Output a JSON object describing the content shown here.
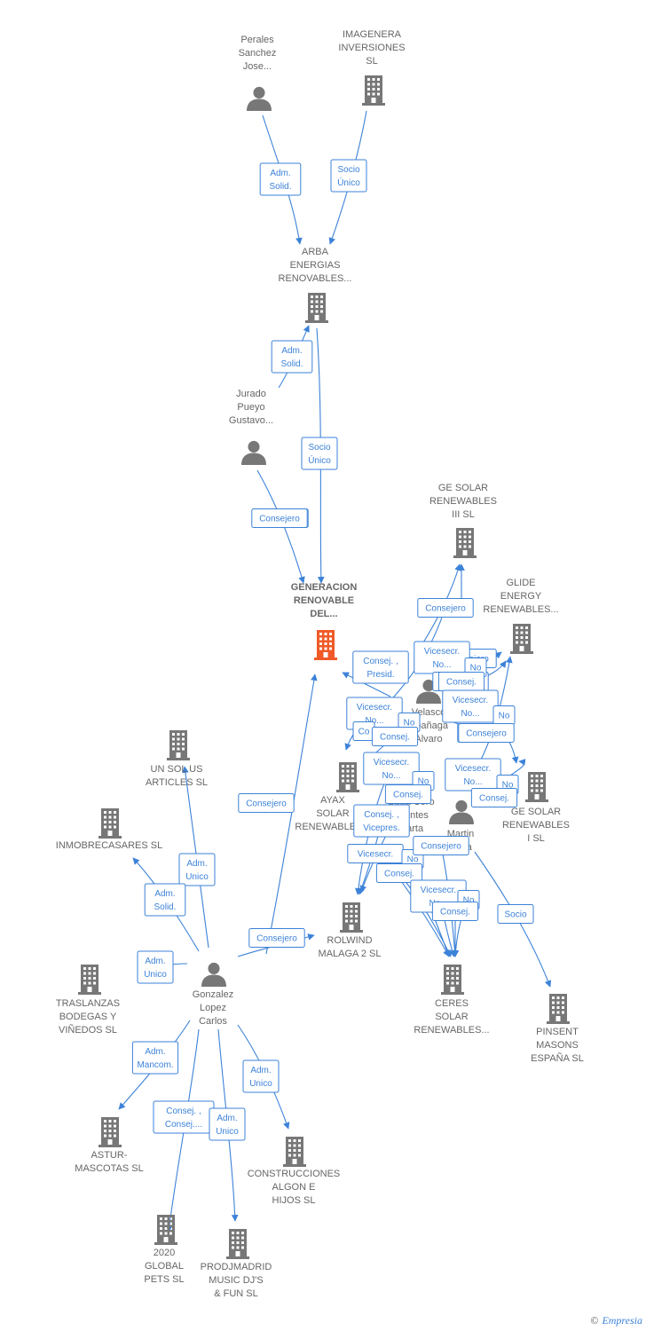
{
  "colors": {
    "edge": "#3c82d8",
    "node": "#777777",
    "focus": "#f05a28",
    "text": "#666666"
  },
  "nodes": [
    {
      "id": "perales",
      "kind": "person",
      "lines": [
        "Perales",
        "Sanchez",
        "Jose..."
      ]
    },
    {
      "id": "imagenera",
      "kind": "company",
      "lines": [
        "IMAGENERA",
        "INVERSIONES",
        "SL"
      ]
    },
    {
      "id": "arba",
      "kind": "company",
      "lines": [
        "ARBA",
        "ENERGIAS",
        "RENOVABLES..."
      ]
    },
    {
      "id": "jurado",
      "kind": "person",
      "lines": [
        "Jurado",
        "Pueyo",
        "Gustavo..."
      ]
    },
    {
      "id": "generacion",
      "kind": "company",
      "focus": true,
      "lines": [
        "GENERACION",
        "RENOVABLE",
        "DEL..."
      ]
    },
    {
      "id": "gesolar3",
      "kind": "company",
      "lines": [
        "GE SOLAR",
        "RENEWABLES",
        "III  SL"
      ]
    },
    {
      "id": "glide",
      "kind": "company",
      "lines": [
        "GLIDE",
        "ENERGY",
        "RENEWABLES..."
      ]
    },
    {
      "id": "velasco",
      "kind": "person",
      "lines": [
        "Velasco",
        "Ybañaga",
        "Alvaro"
      ]
    },
    {
      "id": "ayax",
      "kind": "company",
      "lines": [
        "AYAX",
        "SOLAR",
        "RENEWABLES..."
      ]
    },
    {
      "id": "cuna",
      "kind": "person",
      "lines": [
        "Cuña Coro",
        "Fuentes",
        "Marta"
      ]
    },
    {
      "id": "martin",
      "kind": "person",
      "lines": [
        "Martin",
        "Borja"
      ]
    },
    {
      "id": "gesolar1",
      "kind": "company",
      "lines": [
        "GE SOLAR",
        "RENEWABLES",
        "I  SL"
      ]
    },
    {
      "id": "unsol",
      "kind": "company",
      "lines": [
        "UN SOL US",
        "ARTICLES SL"
      ]
    },
    {
      "id": "inmobre",
      "kind": "company",
      "lines": [
        "INMOBRECASARES SL"
      ]
    },
    {
      "id": "rolwind",
      "kind": "company",
      "lines": [
        "ROLWIND",
        "MALAGA 2  SL"
      ]
    },
    {
      "id": "ceres",
      "kind": "company",
      "lines": [
        "CERES",
        "SOLAR",
        "RENEWABLES..."
      ]
    },
    {
      "id": "pinsent",
      "kind": "company",
      "lines": [
        "PINSENT",
        "MASONS",
        "ESPAÑA  SL"
      ]
    },
    {
      "id": "gonzalez",
      "kind": "person",
      "lines": [
        "Gonzalez",
        "Lopez",
        "Carlos"
      ]
    },
    {
      "id": "traslanzas",
      "kind": "company",
      "lines": [
        "TRASLANZAS",
        "BODEGAS Y",
        "VIÑEDOS  SL"
      ]
    },
    {
      "id": "astur",
      "kind": "company",
      "lines": [
        "ASTUR-",
        "MASCOTAS  SL"
      ]
    },
    {
      "id": "construcciones",
      "kind": "company",
      "lines": [
        "CONSTRUCCIONES",
        "ALGON E",
        "HIJOS SL"
      ]
    },
    {
      "id": "global",
      "kind": "company",
      "lines": [
        "2020",
        "GLOBAL",
        "PETS  SL"
      ]
    },
    {
      "id": "prodj",
      "kind": "company",
      "lines": [
        "PRODJMADRID",
        "MUSIC DJ'S",
        "& FUN  SL"
      ]
    }
  ],
  "edges": [
    {
      "lines": [
        "Adm.",
        "Solid."
      ]
    },
    {
      "lines": [
        "Socio",
        "Único"
      ]
    },
    {
      "lines": [
        "Adm.",
        "Solid."
      ]
    },
    {
      "lines": [
        "Socio",
        "Único"
      ]
    },
    {
      "lines": [
        "Consejero"
      ]
    },
    {
      "lines": [
        "Consejero"
      ]
    },
    {
      "lines": [
        "Adm.",
        "Unico"
      ]
    },
    {
      "lines": [
        "Adm.",
        "Solid."
      ]
    },
    {
      "lines": [
        "Adm.",
        "Unico"
      ]
    },
    {
      "lines": [
        "Consejero"
      ]
    },
    {
      "lines": [
        "Adm.",
        "Mancom."
      ]
    },
    {
      "lines": [
        "Consej. ,",
        "Consej...."
      ]
    },
    {
      "lines": [
        "Adm.",
        "Unico"
      ]
    },
    {
      "lines": [
        "Adm.",
        "Unico"
      ]
    },
    {
      "lines": [
        "Socio"
      ]
    },
    {
      "lines": [
        "Consejero"
      ]
    },
    {
      "lines": [
        "Consejero"
      ]
    },
    {
      "lines": [
        "Consejero"
      ]
    },
    {
      "lines": [
        "Consej. ,",
        "Presid."
      ]
    },
    {
      "lines": [
        "Consejero"
      ]
    },
    {
      "lines": [
        "Vicesecr.",
        "No..."
      ]
    },
    {
      "lines": [
        "Consejero"
      ]
    },
    {
      "lines": [
        "No"
      ]
    },
    {
      "lines": [
        "Consej."
      ]
    },
    {
      "lines": [
        "Vicesecr.",
        "No..."
      ]
    },
    {
      "lines": [
        "No"
      ]
    },
    {
      "lines": [
        "Consejero"
      ]
    },
    {
      "lines": [
        "Vicesecr.",
        "No..."
      ]
    },
    {
      "lines": [
        "Co"
      ]
    },
    {
      "lines": [
        "No"
      ]
    },
    {
      "lines": [
        "Consej."
      ]
    },
    {
      "lines": [
        "Vicesecr.",
        "No..."
      ]
    },
    {
      "lines": [
        "No"
      ]
    },
    {
      "lines": [
        "Consej."
      ]
    },
    {
      "lines": [
        "Vicesecr.",
        "No..."
      ]
    },
    {
      "lines": [
        "No"
      ]
    },
    {
      "lines": [
        "Consej."
      ]
    },
    {
      "lines": [
        "Consej. ,",
        "Vicepres."
      ]
    },
    {
      "lines": [
        "Vicesecr."
      ]
    },
    {
      "lines": [
        "No"
      ]
    },
    {
      "lines": [
        "Consej."
      ]
    },
    {
      "lines": [
        "Vicesecr.",
        "No..."
      ]
    },
    {
      "lines": [
        "No"
      ]
    },
    {
      "lines": [
        "Consej."
      ]
    },
    {
      "lines": [
        "Consejero"
      ]
    }
  ],
  "footer": {
    "copyright": "©",
    "brand": "Empresia"
  }
}
